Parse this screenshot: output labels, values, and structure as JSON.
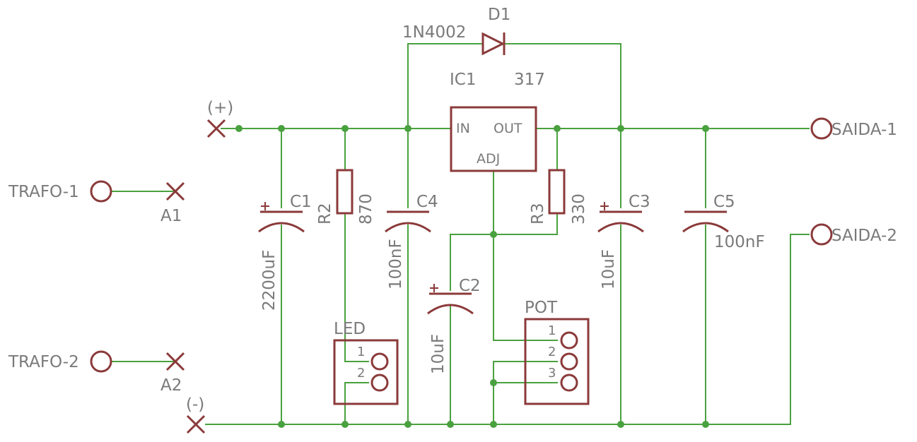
{
  "components": {
    "d1": {
      "ref": "D1",
      "value": "1N4002"
    },
    "ic1": {
      "ref": "IC1",
      "value": "317",
      "pin_in": "IN",
      "pin_out": "OUT",
      "pin_adj": "ADJ"
    },
    "r2": {
      "ref": "R2",
      "value": "870"
    },
    "r3": {
      "ref": "R3",
      "value": "330"
    },
    "c1": {
      "ref": "C1",
      "value": "2200uF"
    },
    "c2": {
      "ref": "C2",
      "value": "10uF"
    },
    "c3": {
      "ref": "C3",
      "value": "10uF"
    },
    "c4": {
      "ref": "C4",
      "value": "100nF"
    },
    "c5": {
      "ref": "C5",
      "value": "100nF"
    },
    "led": {
      "ref": "LED",
      "pin1": "1",
      "pin2": "2"
    },
    "pot": {
      "ref": "POT",
      "pin1": "1",
      "pin2": "2",
      "pin3": "3"
    }
  },
  "connectors": {
    "trafo1": "TRAFO-1",
    "trafo2": "TRAFO-2",
    "saida1": "SAIDA-1",
    "saida2": "SAIDA-2",
    "a1": "A1",
    "a2": "A2",
    "plus": "(+)",
    "minus": "(-)"
  },
  "colors": {
    "wire": "#4aa13f",
    "part": "#8b3a3a",
    "text": "#7a7a7a"
  }
}
